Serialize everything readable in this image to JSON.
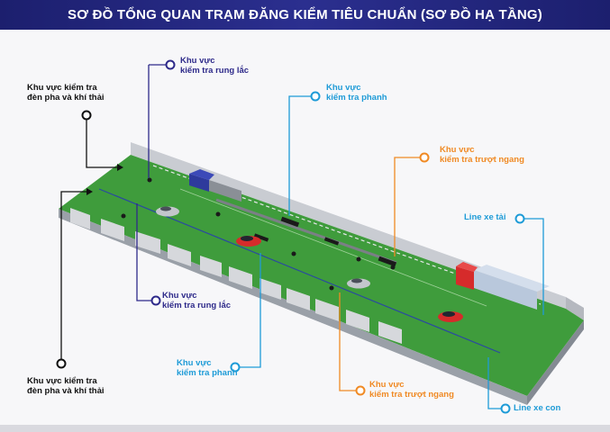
{
  "title": "SƠ ĐỒ TỔNG QUAN TRẠM ĐĂNG KIỂM TIÊU CHUẨN (SƠ ĐỒ HẠ TẦNG)",
  "colors": {
    "title_bg": "#2b2f8f",
    "floor_green": "#3f9c3c",
    "wall_grey": "#c9ccd2",
    "navy": "#2e2a8a",
    "blue": "#1e9bd7",
    "orange": "#f08a24",
    "black": "#111111"
  },
  "labels": {
    "lights_top": [
      "Khu vực kiểm tra",
      "đèn pha và khí thải"
    ],
    "shake_top": [
      "Khu vực",
      "kiểm tra rung lắc"
    ],
    "brake_top": [
      "Khu vực",
      "kiểm tra phanh"
    ],
    "slip_top": [
      "Khu vực",
      "kiểm tra trượt ngang"
    ],
    "truck_line": "Line xe tải",
    "shake_bottom": [
      "Khu vực",
      "kiểm tra rung lắc"
    ],
    "brake_bottom": [
      "Khu vực",
      "kiểm tra phanh"
    ],
    "slip_bottom": [
      "Khu vực",
      "kiểm tra trượt ngang"
    ],
    "lights_bottom": [
      "Khu vực kiểm tra",
      "đèn pha và khí thải"
    ],
    "car_line": "Line xe con"
  }
}
